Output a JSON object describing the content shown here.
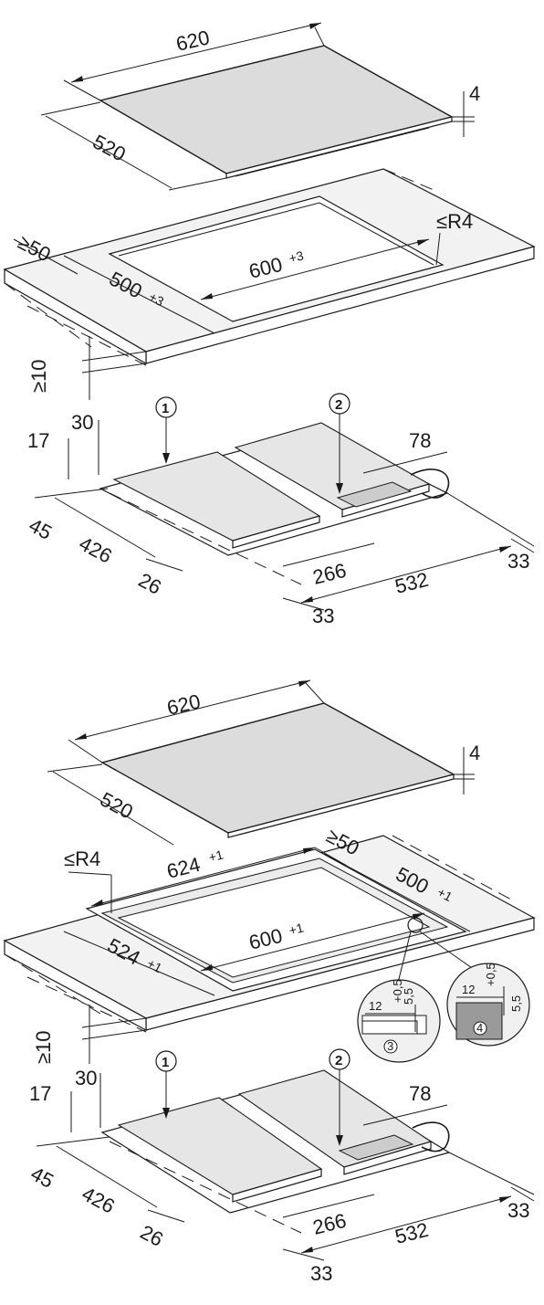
{
  "diagram1": {
    "glass_width": "620",
    "glass_depth": "520",
    "glass_thickness": "4",
    "min_rear_gap": "≥50",
    "corner_radius": "≤R4",
    "cutout_width": "600",
    "cutout_width_tol": "+3",
    "cutout_depth": "500",
    "cutout_depth_tol": "+3",
    "min_worktop": "≥10",
    "callout_1": "1",
    "callout_2": "2",
    "dim_17": "17",
    "dim_30": "30",
    "dim_78": "78",
    "dim_45": "45",
    "dim_426": "426",
    "dim_26": "26",
    "dim_266": "266",
    "dim_532": "532",
    "dim_33_right": "33",
    "dim_33_bottom": "33"
  },
  "diagram2": {
    "glass_width": "620",
    "glass_depth": "520",
    "glass_thickness": "4",
    "corner_radius": "≤R4",
    "rebate_width": "624",
    "rebate_width_tol": "+1",
    "min_rear_gap": "≥50",
    "rebate_depth": "500",
    "rebate_depth_tol": "+1",
    "cutout_width": "600",
    "cutout_width_tol": "+1",
    "cutout_depth": "524",
    "cutout_depth_tol": "+1",
    "detail_3": {
      "width": "12",
      "depth": "5,5",
      "tol": "+0,5",
      "label": "3"
    },
    "detail_4": {
      "width": "12",
      "depth": "5,5",
      "tol": "+0,5",
      "label": "4"
    },
    "min_worktop": "≥10",
    "callout_1": "1",
    "callout_2": "2",
    "dim_17": "17",
    "dim_30": "30",
    "dim_78": "78",
    "dim_45": "45",
    "dim_426": "426",
    "dim_26": "26",
    "dim_266": "266",
    "dim_532": "532",
    "dim_33_right": "33",
    "dim_33_bottom": "33"
  }
}
